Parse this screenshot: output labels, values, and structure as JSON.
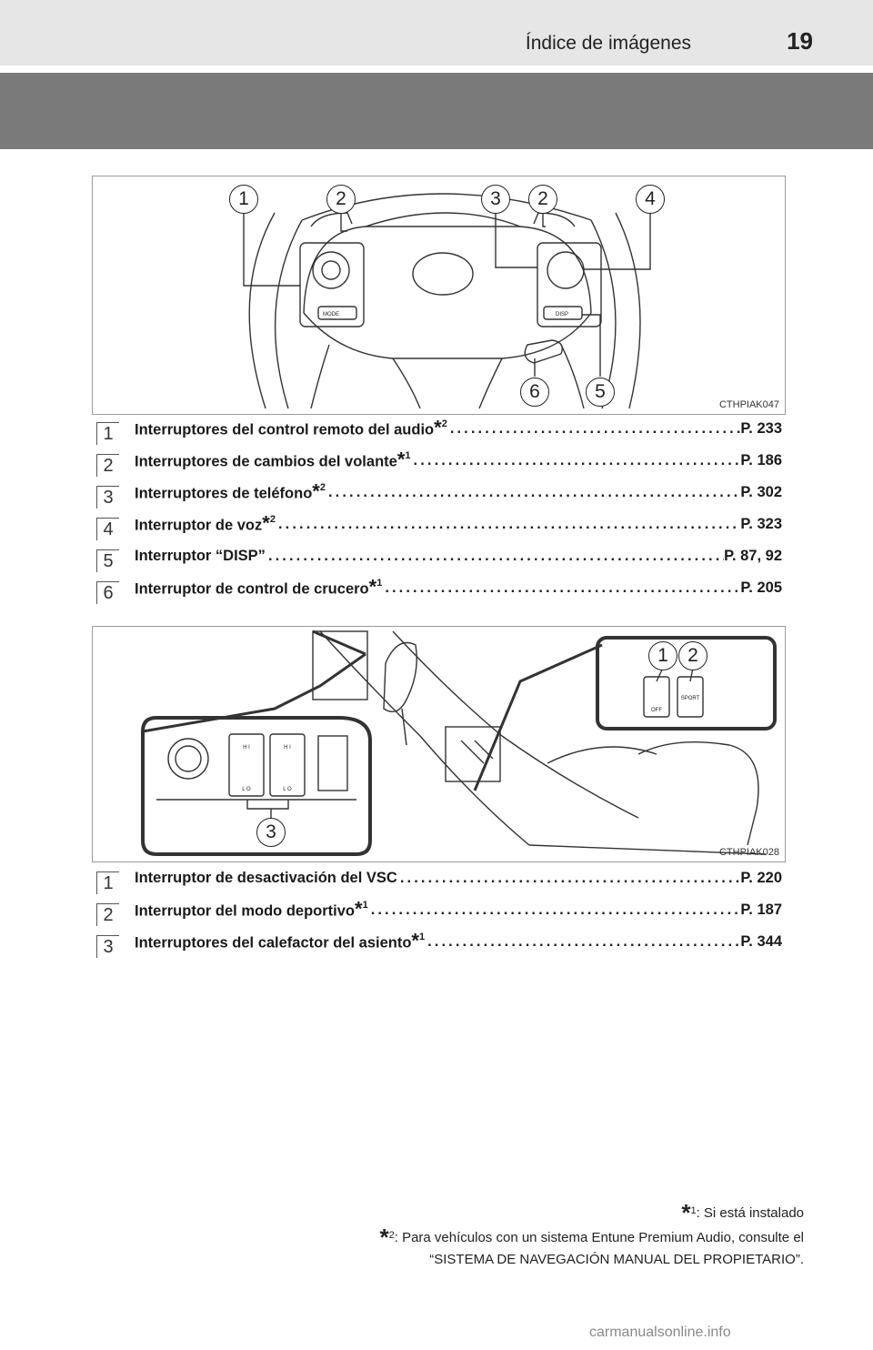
{
  "header": {
    "title": "Índice de imágenes",
    "page_number": "19"
  },
  "figure1": {
    "code": "CTHPIAK047",
    "callouts": [
      "1",
      "2",
      "3",
      "2",
      "4",
      "6",
      "5"
    ],
    "labels": {
      "mode": "MODE",
      "disp": "DISP"
    }
  },
  "list1": [
    {
      "num": "1",
      "label": "Interruptores del control remoto del audio",
      "note": "2",
      "page": "P. 233"
    },
    {
      "num": "2",
      "label": "Interruptores de cambios del volante",
      "note": "1",
      "page": "P. 186"
    },
    {
      "num": "3",
      "label": "Interruptores de teléfono",
      "note": "2",
      "page": "P. 302"
    },
    {
      "num": "4",
      "label": "Interruptor de voz",
      "note": "2",
      "page": "P. 323"
    },
    {
      "num": "5",
      "label": "Interruptor “DISP”",
      "note": "",
      "page": "P. 87, 92"
    },
    {
      "num": "6",
      "label": "Interruptor de control de crucero",
      "note": "1",
      "page": "P. 205"
    }
  ],
  "figure2": {
    "code": "CTHPIAK028",
    "callouts": [
      "1",
      "2",
      "3"
    ],
    "labels": {
      "hi": "H I",
      "lo": "L O",
      "off": "OFF",
      "sport": "SPORT"
    }
  },
  "list2": [
    {
      "num": "1",
      "label": "Interruptor de desactivación del VSC",
      "note": "",
      "page": "P. 220"
    },
    {
      "num": "2",
      "label": "Interruptor del modo deportivo",
      "note": "1",
      "page": "P. 187"
    },
    {
      "num": "3",
      "label": "Interruptores del calefactor del asiento",
      "note": "1",
      "page": "P. 344"
    }
  ],
  "footnotes": {
    "star": "*",
    "n1": "1",
    "n1_text": ": Si está instalado",
    "n2": "2",
    "n2_text": ": Para vehículos con un sistema Entune Premium Audio, consulte el",
    "n2_text_line2": "“SISTEMA DE NAVEGACIÓN MANUAL DEL PROPIETARIO”."
  },
  "watermark": "carmanualsonline.info"
}
